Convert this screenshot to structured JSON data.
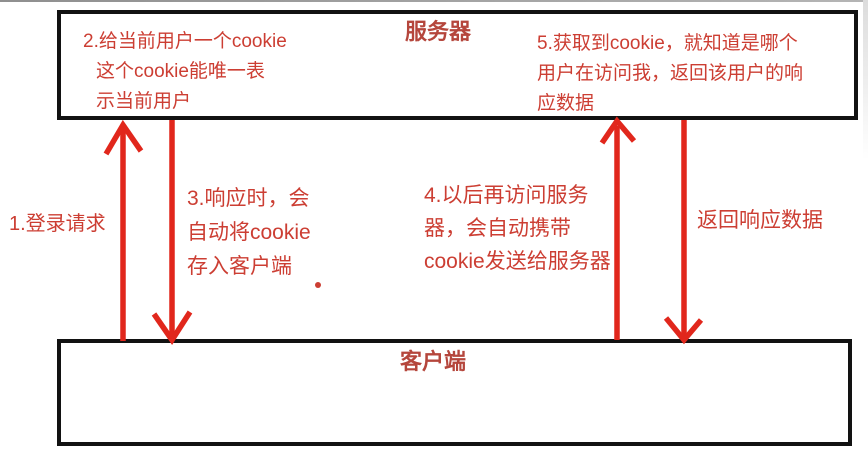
{
  "server": {
    "label": "服务器",
    "note_issue_cookie": {
      "line1": "2.给当前用户一个cookie",
      "line2": "这个cookie能唯一表",
      "line3": "示当前用户"
    },
    "note_recognize_cookie": {
      "line1": "5.获取到cookie，就知道是哪个",
      "line2": "用户在访问我，返回该用户的响",
      "line3": "应数据"
    }
  },
  "client": {
    "label": "客户端"
  },
  "annotations": {
    "login_request": "1.登录请求",
    "store_cookie": {
      "line1": "3.响应时，会",
      "line2": "自动将cookie",
      "line3": "存入客户端"
    },
    "carry_cookie": {
      "line1": "4.以后再访问服务",
      "line2": "器，会自动携带",
      "line3": "cookie发送给服务器"
    },
    "return_response": "返回响应数据"
  },
  "arrows": [
    {
      "name": "login-request-arrow",
      "direction": "up",
      "from": "client",
      "to": "server"
    },
    {
      "name": "store-cookie-arrow",
      "direction": "down",
      "from": "server",
      "to": "client"
    },
    {
      "name": "carry-cookie-arrow",
      "direction": "up",
      "from": "client",
      "to": "server"
    },
    {
      "name": "return-response-arrow",
      "direction": "down",
      "from": "server",
      "to": "client"
    }
  ],
  "colors": {
    "annotation_red": "#cc3e33",
    "arrow_red": "#e1271c",
    "label_red": "#b5463c",
    "box_border": "#121212"
  }
}
